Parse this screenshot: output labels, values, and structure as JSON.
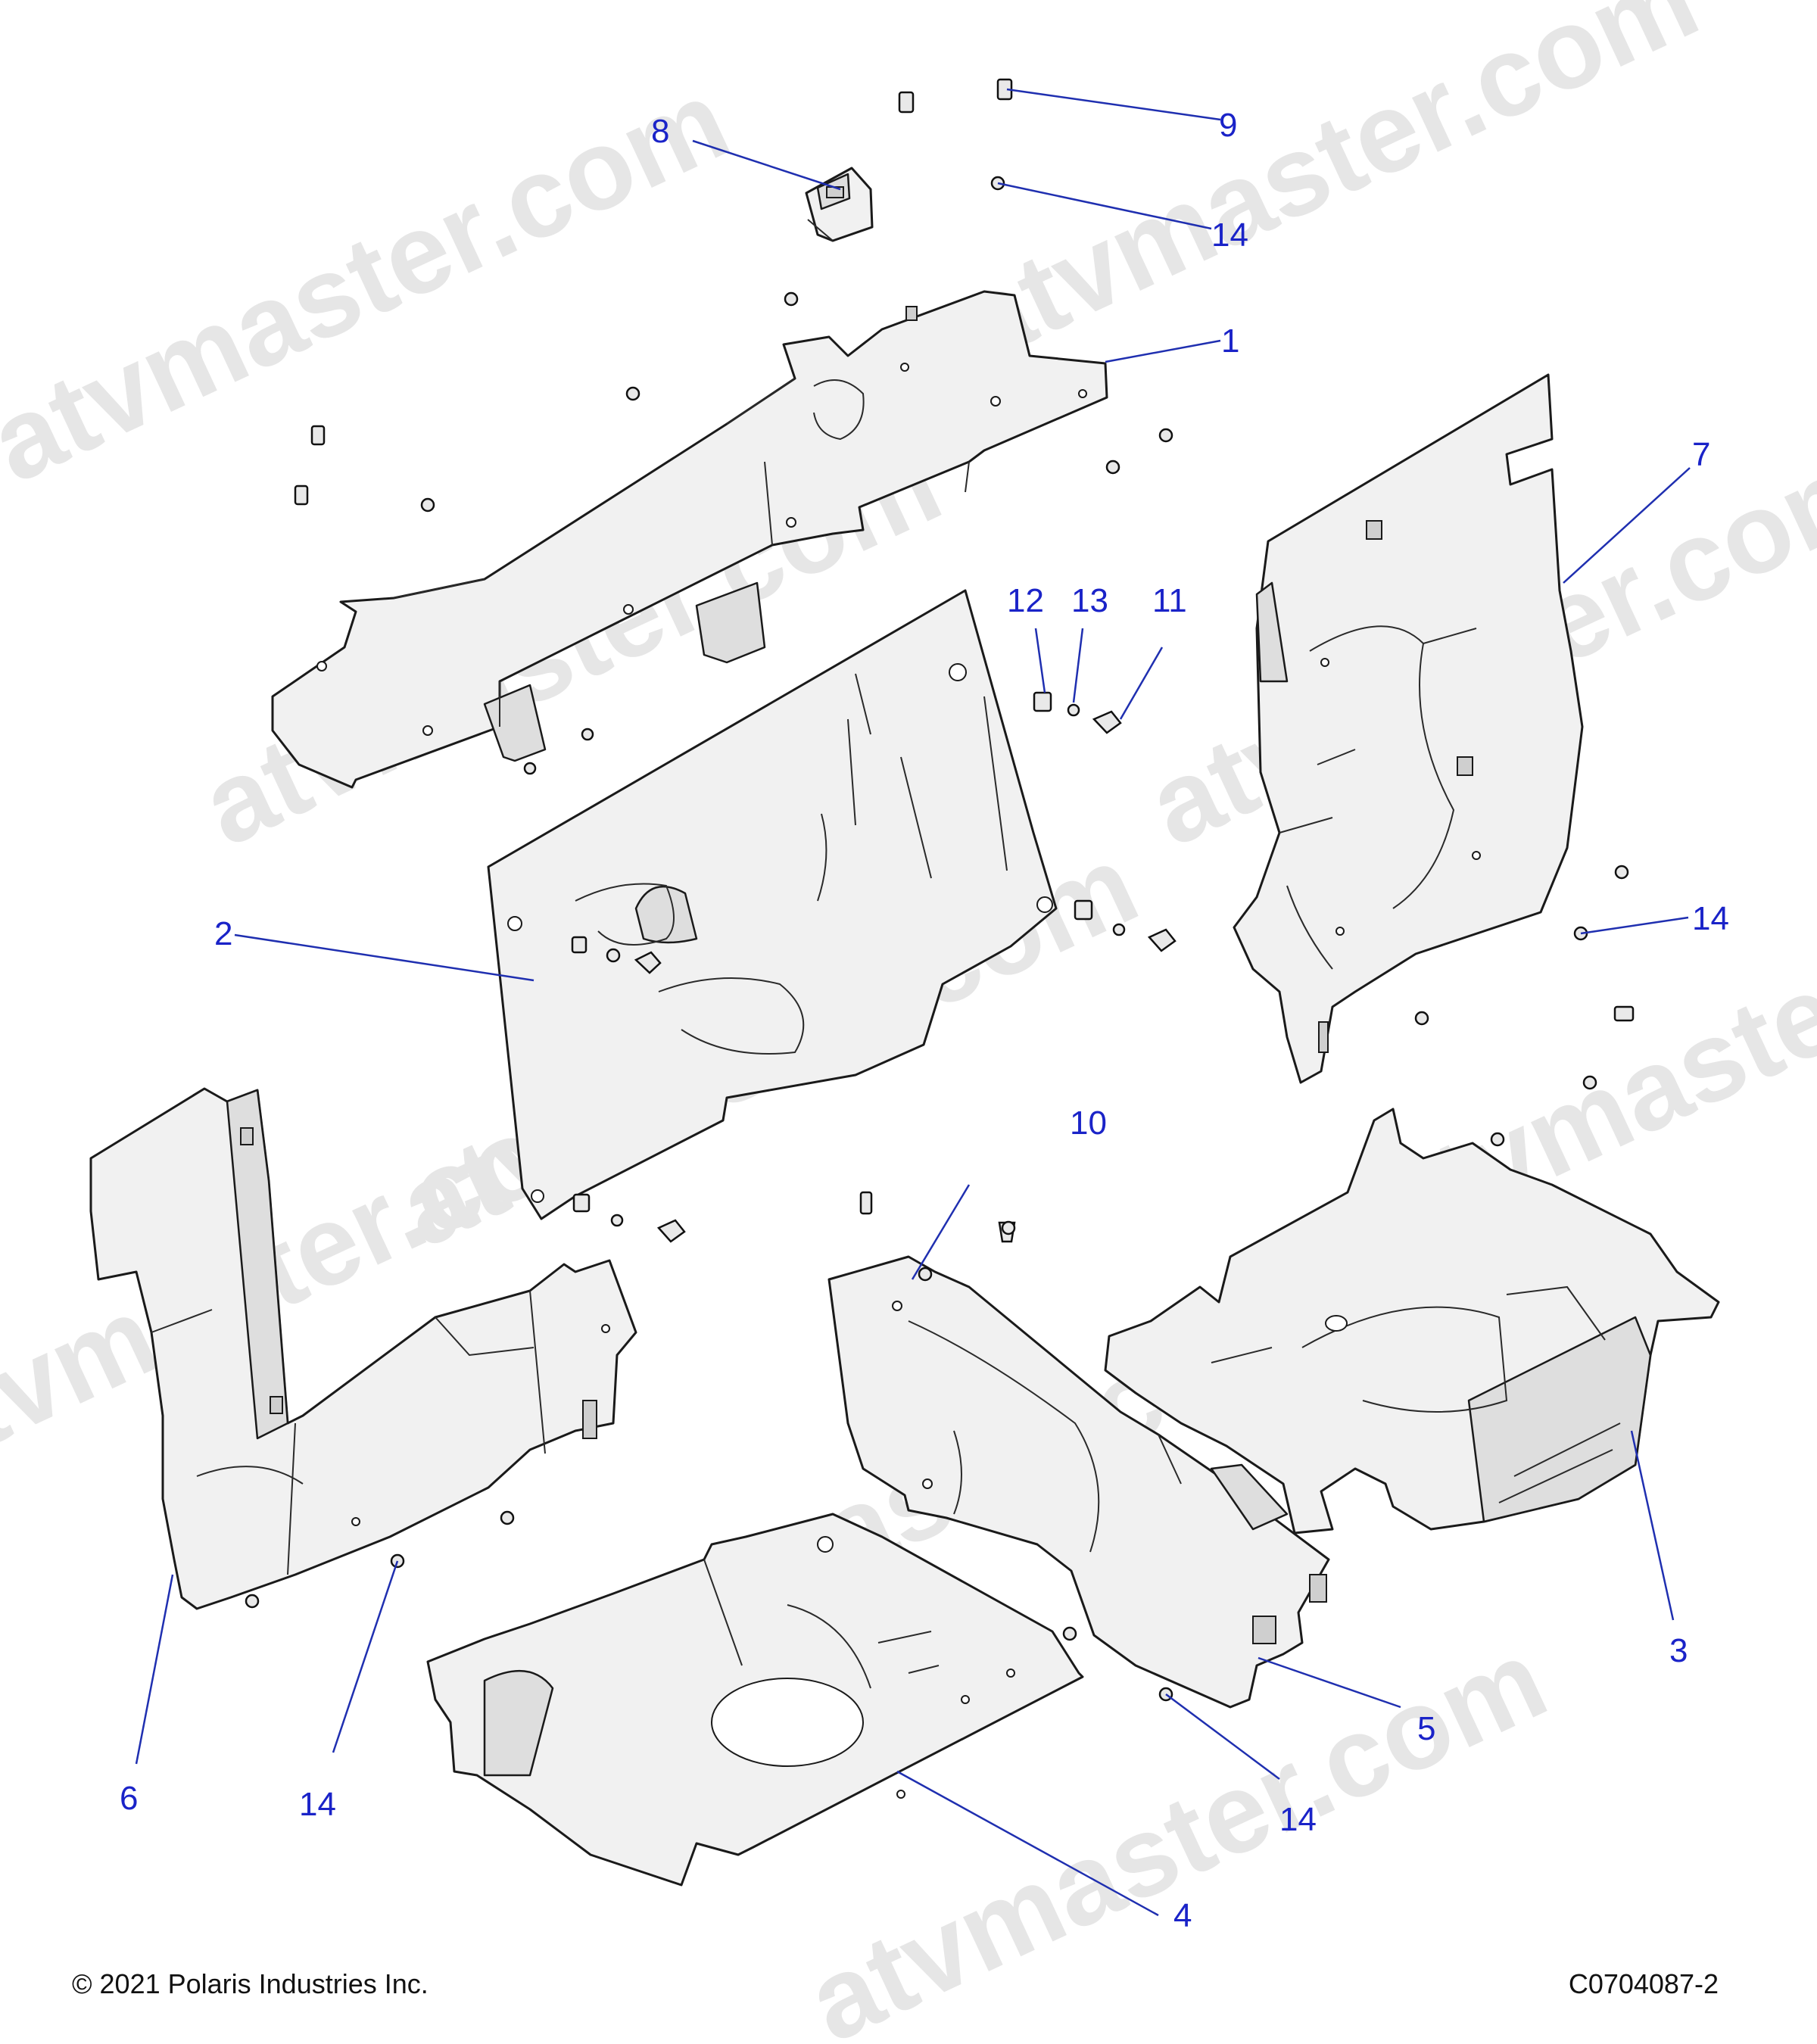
{
  "watermark": "atvmaster.com",
  "footer": {
    "copyright": "© 2021 Polaris Industries Inc.",
    "drawing_number": "C0704087-2"
  },
  "callouts": {
    "c1": "1",
    "c2": "2",
    "c3": "3",
    "c4": "4",
    "c5": "5",
    "c6": "6",
    "c7": "7",
    "c8": "8",
    "c9": "9",
    "c10": "10",
    "c11": "11",
    "c12": "12",
    "c13": "13",
    "c14a": "14",
    "c14b": "14",
    "c14c": "14",
    "c14d": "14"
  },
  "colors": {
    "callout_text": "#1a23c8",
    "leader_line": "#1f2fb0",
    "watermark": "#e6e6e6",
    "part_fill": "#f1f1f1"
  }
}
